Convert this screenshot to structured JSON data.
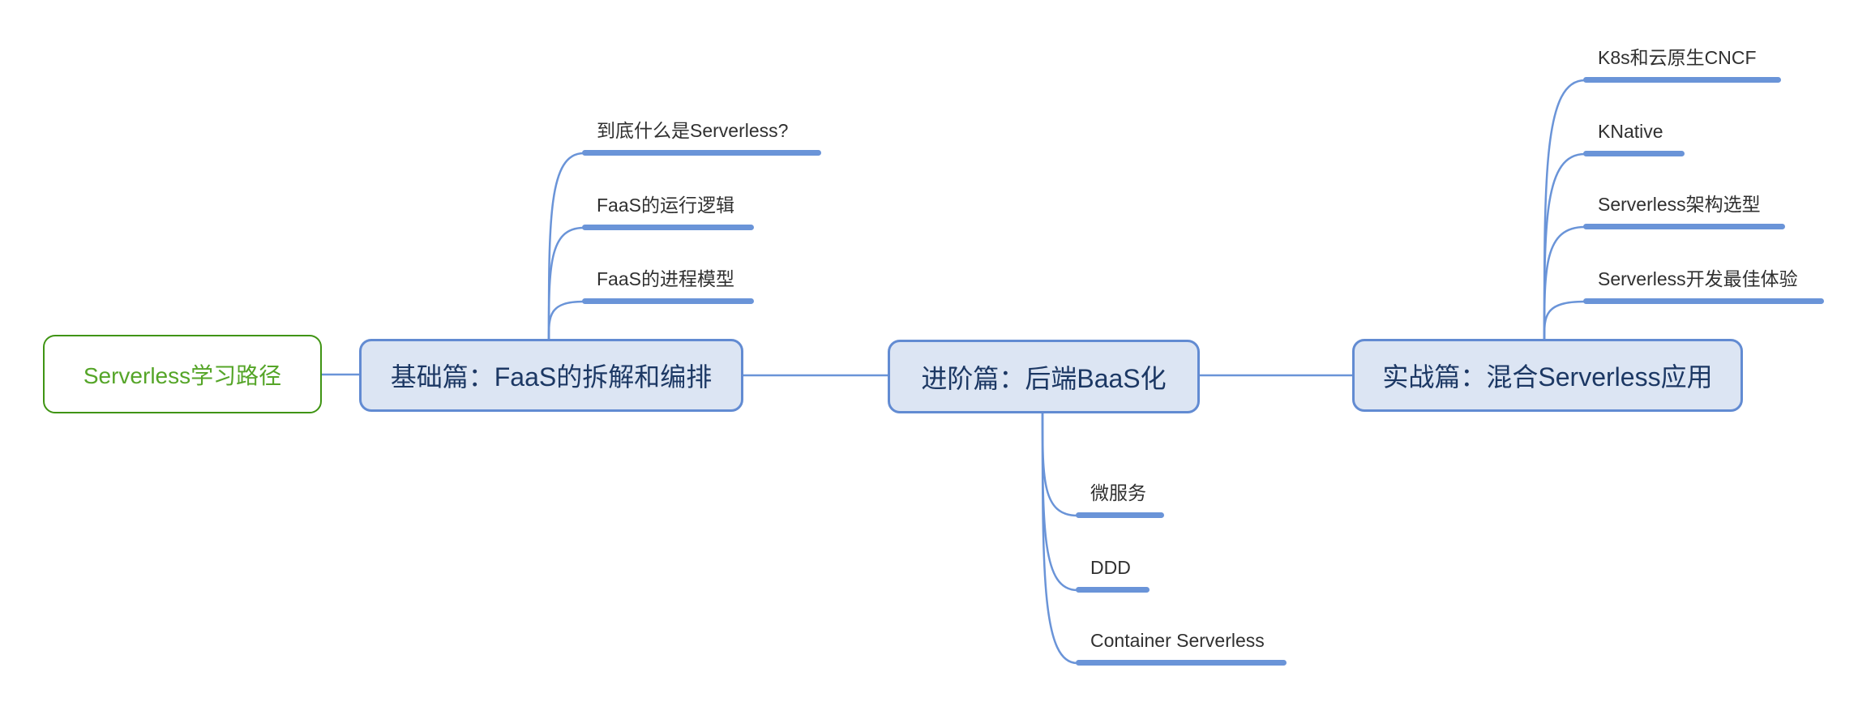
{
  "mindmap": {
    "root": {
      "label": "Serverless学习路径"
    },
    "topics": [
      {
        "label": "基础篇：FaaS的拆解和编排",
        "children": [
          "到底什么是Serverless?",
          "FaaS的运行逻辑",
          "FaaS的进程模型"
        ]
      },
      {
        "label": "进阶篇：后端BaaS化",
        "children": [
          "微服务",
          "DDD",
          "Container Serverless"
        ]
      },
      {
        "label": "实战篇：混合Serverless应用",
        "children": [
          "K8s和云原生CNCF",
          "KNative",
          "Serverless架构选型",
          "Serverless开发最佳体验"
        ]
      }
    ]
  },
  "colors": {
    "line": "#6a94d8",
    "box-border": "#628bd2",
    "box-fill": "#dce5f3",
    "box-text": "#1c3864",
    "green-border": "#3f9413",
    "green-text": "#55a528",
    "leaf-text": "#303030",
    "canvas-bg": "#ffffff"
  }
}
